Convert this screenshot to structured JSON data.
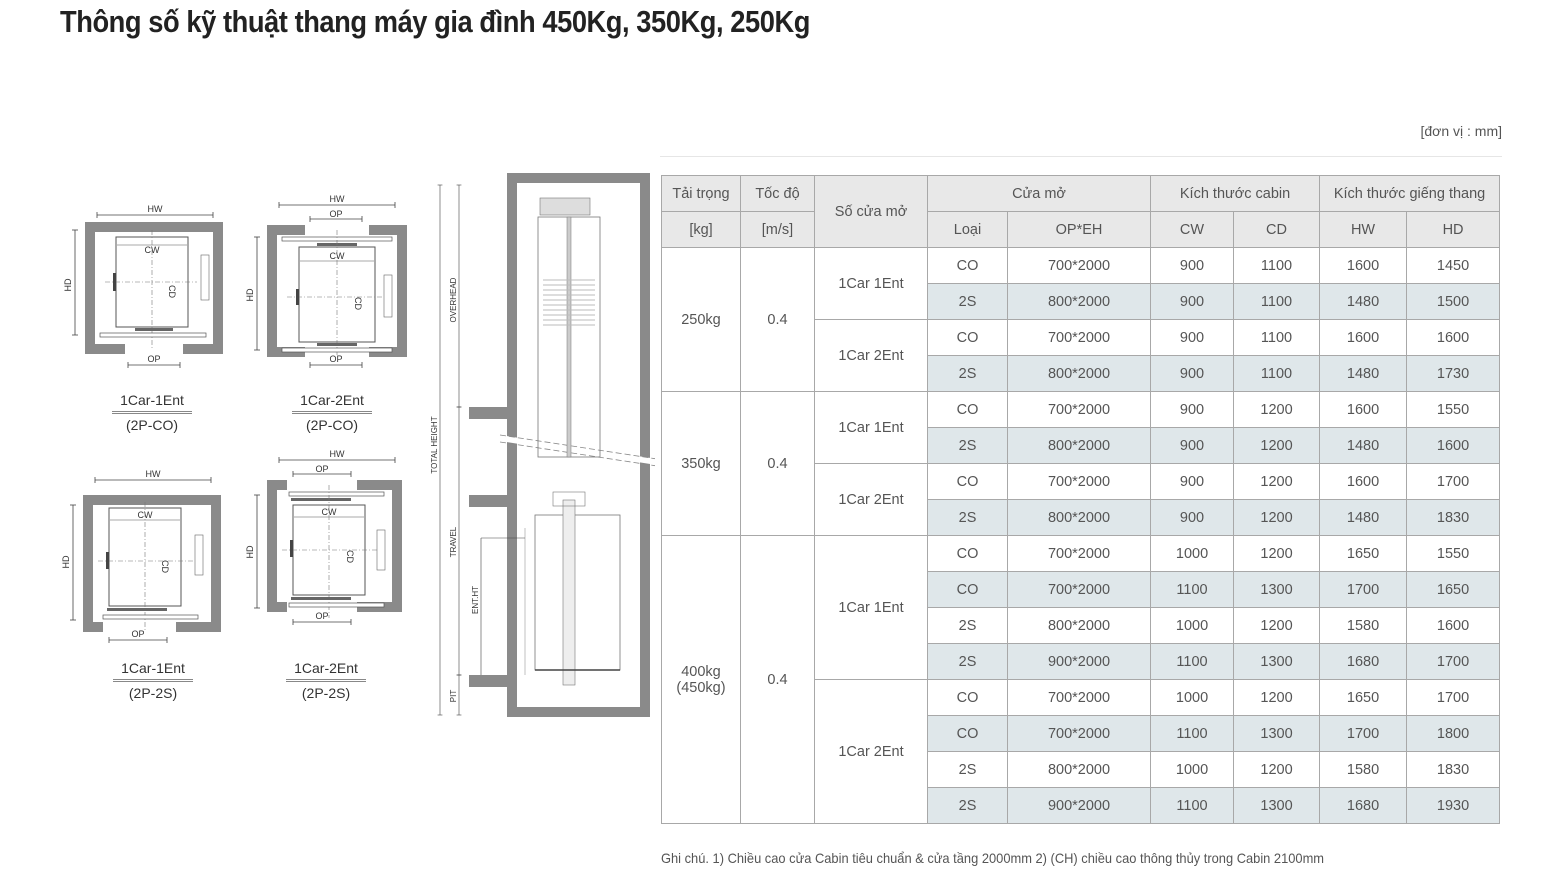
{
  "page": {
    "title": "Thông số kỹ thuật thang máy gia đình 450Kg, 350Kg, 250Kg",
    "unit_note": "[đơn vị : mm]",
    "footnote": "Ghi chú. 1) Chiều cao cửa Cabin tiêu chuẩn & cửa tầng 2000mm 2) (CH) chiều cao thông thủy trong Cabin 2100mm"
  },
  "drawings": {
    "plans": [
      {
        "caption": "1Car-1Ent",
        "subcaption": "(2P-CO)",
        "labels": {
          "hw": "HW",
          "hd": "HD",
          "cw": "CW",
          "cd": "CD",
          "op": "OP"
        }
      },
      {
        "caption": "1Car-2Ent",
        "subcaption": "(2P-CO)",
        "labels": {
          "hw": "HW",
          "hd": "HD",
          "cw": "CW",
          "cd": "CD",
          "op": "OP"
        }
      },
      {
        "caption": "1Car-1Ent",
        "subcaption": "(2P-2S)",
        "labels": {
          "hw": "HW",
          "hd": "HD",
          "cw": "CW",
          "cd": "CD",
          "op": "OP"
        }
      },
      {
        "caption": "1Car-2Ent",
        "subcaption": "(2P-2S)",
        "labels": {
          "hw": "HW",
          "hd": "HD",
          "cw": "CW",
          "cd": "CD",
          "op": "OP"
        }
      }
    ],
    "section": {
      "labels": {
        "total_height": "TOTAL HEIGHT",
        "overhead": "OVERHEAD",
        "travel": "TRAVEL",
        "ent_ht": "ENT.HT",
        "pit": "PIT"
      }
    }
  },
  "table": {
    "headers": {
      "load": "Tải trọng",
      "load_unit": "[kg]",
      "speed": "Tốc độ",
      "speed_unit": "[m/s]",
      "doors": "Số cửa mở",
      "door_open": "Cửa mở",
      "type": "Loại",
      "op_eh": "OP*EH",
      "cabin_size": "Kích thước cabin",
      "cw": "CW",
      "cd": "CD",
      "shaft_size": "Kích thước giếng thang",
      "hw": "HW",
      "hd": "HD"
    },
    "groups": [
      {
        "load": "250kg",
        "speed": "0.4",
        "subgroups": [
          {
            "doors": "1Car 1Ent",
            "rows": [
              {
                "type": "CO",
                "op_eh": "700*2000",
                "cw": "900",
                "cd": "1100",
                "hw": "1600",
                "hd": "1450"
              },
              {
                "type": "2S",
                "op_eh": "800*2000",
                "cw": "900",
                "cd": "1100",
                "hw": "1480",
                "hd": "1500"
              }
            ]
          },
          {
            "doors": "1Car 2Ent",
            "rows": [
              {
                "type": "CO",
                "op_eh": "700*2000",
                "cw": "900",
                "cd": "1100",
                "hw": "1600",
                "hd": "1600"
              },
              {
                "type": "2S",
                "op_eh": "800*2000",
                "cw": "900",
                "cd": "1100",
                "hw": "1480",
                "hd": "1730"
              }
            ]
          }
        ]
      },
      {
        "load": "350kg",
        "speed": "0.4",
        "subgroups": [
          {
            "doors": "1Car 1Ent",
            "rows": [
              {
                "type": "CO",
                "op_eh": "700*2000",
                "cw": "900",
                "cd": "1200",
                "hw": "1600",
                "hd": "1550"
              },
              {
                "type": "2S",
                "op_eh": "800*2000",
                "cw": "900",
                "cd": "1200",
                "hw": "1480",
                "hd": "1600"
              }
            ]
          },
          {
            "doors": "1Car 2Ent",
            "rows": [
              {
                "type": "CO",
                "op_eh": "700*2000",
                "cw": "900",
                "cd": "1200",
                "hw": "1600",
                "hd": "1700"
              },
              {
                "type": "2S",
                "op_eh": "800*2000",
                "cw": "900",
                "cd": "1200",
                "hw": "1480",
                "hd": "1830"
              }
            ]
          }
        ]
      },
      {
        "load": "400kg",
        "load_alt": "(450kg)",
        "speed": "0.4",
        "subgroups": [
          {
            "doors": "1Car 1Ent",
            "rows": [
              {
                "type": "CO",
                "op_eh": "700*2000",
                "cw": "1000",
                "cd": "1200",
                "hw": "1650",
                "hd": "1550"
              },
              {
                "type": "CO",
                "op_eh": "700*2000",
                "cw": "1100",
                "cd": "1300",
                "hw": "1700",
                "hd": "1650"
              },
              {
                "type": "2S",
                "op_eh": "800*2000",
                "cw": "1000",
                "cd": "1200",
                "hw": "1580",
                "hd": "1600"
              },
              {
                "type": "2S",
                "op_eh": "900*2000",
                "cw": "1100",
                "cd": "1300",
                "hw": "1680",
                "hd": "1700"
              }
            ]
          },
          {
            "doors": "1Car 2Ent",
            "rows": [
              {
                "type": "CO",
                "op_eh": "700*2000",
                "cw": "1000",
                "cd": "1200",
                "hw": "1650",
                "hd": "1700"
              },
              {
                "type": "CO",
                "op_eh": "700*2000",
                "cw": "1100",
                "cd": "1300",
                "hw": "1700",
                "hd": "1800"
              },
              {
                "type": "2S",
                "op_eh": "800*2000",
                "cw": "1000",
                "cd": "1200",
                "hw": "1580",
                "hd": "1830"
              },
              {
                "type": "2S",
                "op_eh": "900*2000",
                "cw": "1100",
                "cd": "1300",
                "hw": "1680",
                "hd": "1930"
              }
            ]
          }
        ]
      }
    ]
  },
  "colors": {
    "header_bg": "#e8e8e8",
    "shaded_row_bg": "#dfe7ea",
    "border": "#a8a8a8",
    "wall": "#8a8a8a",
    "text": "#555555",
    "title": "#222222"
  }
}
